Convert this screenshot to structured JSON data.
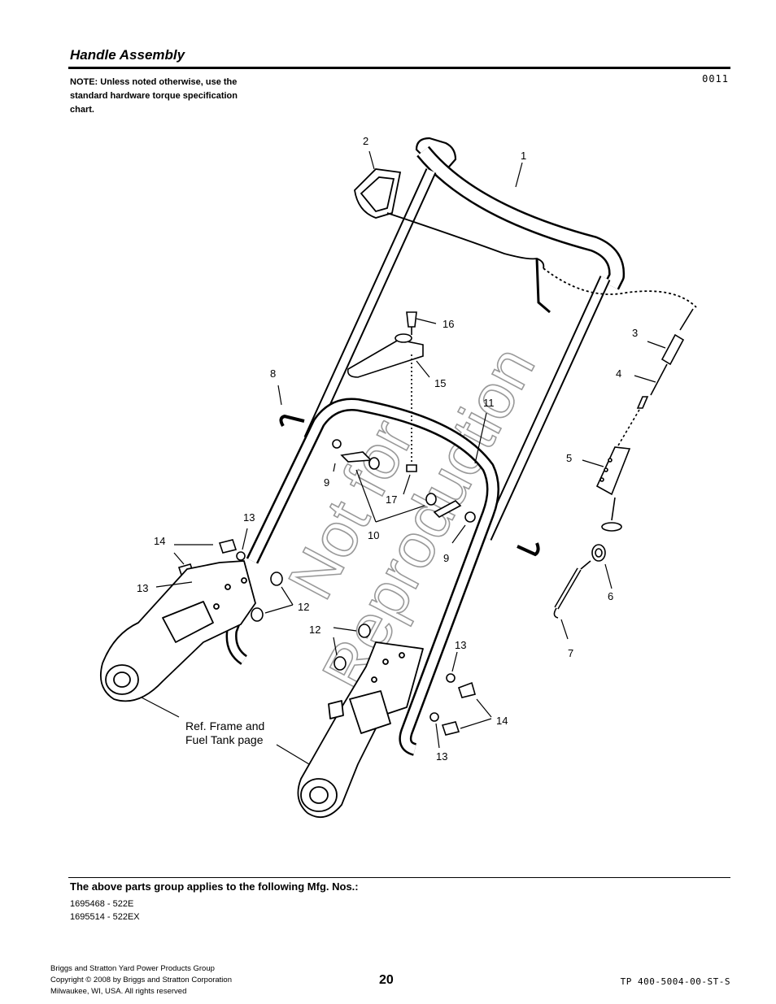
{
  "header": {
    "title": "Handle Assembly",
    "note": "NOTE: Unless noted otherwise, use the standard hardware torque specification chart.",
    "diagram_code": "0011"
  },
  "callouts": {
    "c1": "1",
    "c2": "2",
    "c3": "3",
    "c4": "4",
    "c5": "5",
    "c6": "6",
    "c7": "7",
    "c8": "8",
    "c9a": "9",
    "c9b": "9",
    "c10": "10",
    "c11": "11",
    "c12a": "12",
    "c12b": "12",
    "c13a": "13",
    "c13b": "13",
    "c13c": "13",
    "c13d": "13",
    "c14a": "14",
    "c14b": "14",
    "c15": "15",
    "c16": "16",
    "c17": "17"
  },
  "reference": {
    "line1": "Ref. Frame and",
    "line2": "Fuel Tank page"
  },
  "watermark": {
    "line1": "Not for",
    "line2": "Reproduction"
  },
  "applies": {
    "heading": "The above parts group applies to the following Mfg. Nos.:",
    "items": [
      "1695468 - 522E",
      "1695514 - 522EX"
    ]
  },
  "footer": {
    "company": "Briggs and Stratton Yard Power Products Group",
    "copyright": "Copyright ©  2008 by Briggs and Stratton Corporation",
    "location": "Milwaukee, WI, USA. All rights reserved",
    "page_number": "20",
    "doc_code": "TP 400-5004-00-ST-S"
  }
}
